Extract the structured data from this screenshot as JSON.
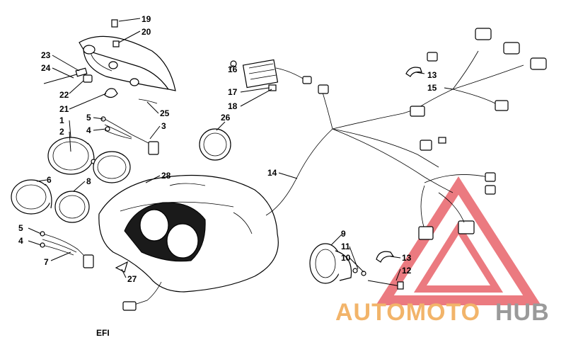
{
  "caption": "EFI",
  "watermark": {
    "part1": "AUTOMOTO",
    "part2": "HUB",
    "color1": "#f2b46a",
    "color2": "#9a9a9a",
    "triangle_color": "#e8636a"
  },
  "callouts": {
    "c1": "1",
    "c2": "2",
    "c3": "3",
    "c4a": "4",
    "c4b": "4",
    "c5a": "5",
    "c5b": "5",
    "c6": "6",
    "c7": "7",
    "c8": "8",
    "c9": "9",
    "c10": "10",
    "c11": "11",
    "c12": "12",
    "c13a": "13",
    "c13b": "13",
    "c14": "14",
    "c15": "15",
    "c16": "16",
    "c17": "17",
    "c18": "18",
    "c19": "19",
    "c20": "20",
    "c21": "21",
    "c22": "22",
    "c23": "23",
    "c24": "24",
    "c25": "25",
    "c26": "26",
    "c27": "27",
    "c28": "28"
  }
}
